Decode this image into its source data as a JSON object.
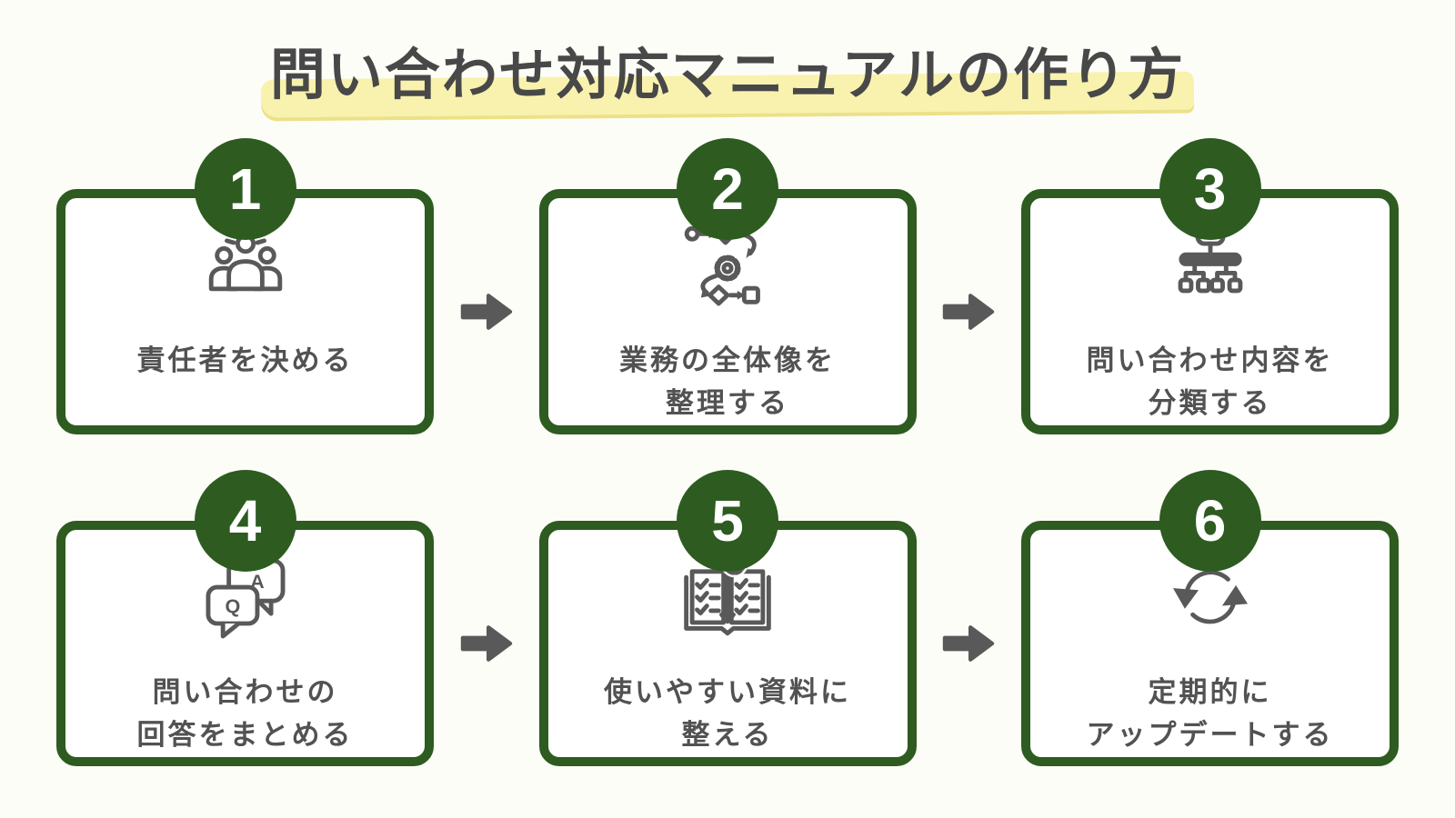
{
  "title": {
    "text": "問い合わせ対応マニュアルの作り方"
  },
  "colors": {
    "green": "#2d5b20",
    "icon_gray": "#595959",
    "text_gray": "#525252",
    "title_color": "#484848",
    "highlight_yellow": "#f8f2ae",
    "page_bg": "#fdfdf8",
    "card_bg": "#ffffff",
    "badge_text": "#ffffff"
  },
  "arrow_icon": "right-arrow-icon",
  "steps": [
    {
      "number": "1",
      "icon": "team-leader-icon",
      "lines": [
        "責任者を決める"
      ]
    },
    {
      "number": "2",
      "icon": "process-flow-icon",
      "lines": [
        "業務の全体像を",
        "整理する"
      ]
    },
    {
      "number": "3",
      "icon": "hierarchy-icon",
      "lines": [
        "問い合わせ内容を",
        "分類する"
      ]
    },
    {
      "number": "4",
      "icon": "qa-chat-icon",
      "lines": [
        "問い合わせの",
        "回答をまとめる"
      ],
      "letters": {
        "a": "A",
        "q": "Q"
      }
    },
    {
      "number": "5",
      "icon": "manual-book-icon",
      "lines": [
        "使いやすい資料に",
        "整える"
      ]
    },
    {
      "number": "6",
      "icon": "refresh-icon",
      "lines": [
        "定期的に",
        "アップデートする"
      ]
    }
  ]
}
